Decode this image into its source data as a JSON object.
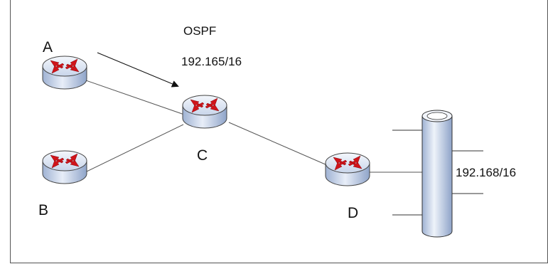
{
  "diagram": {
    "protocol_label": "OSPF",
    "advertised_prefix": "192.165/16",
    "lan_prefix": "192.168/16",
    "routers": [
      {
        "id": "A",
        "label": "A"
      },
      {
        "id": "B",
        "label": "B"
      },
      {
        "id": "C",
        "label": "C"
      },
      {
        "id": "D",
        "label": "D"
      }
    ],
    "links": [
      {
        "from": "A",
        "to": "C"
      },
      {
        "from": "B",
        "to": "C"
      },
      {
        "from": "C",
        "to": "D"
      },
      {
        "from": "D",
        "to": "LAN"
      }
    ],
    "colors": {
      "router_body": "#c9d6ea",
      "router_top": "#e4ecf7",
      "router_arrows": "#d0141a",
      "lan_fill": "#cad6ea",
      "line": "#555555"
    }
  }
}
